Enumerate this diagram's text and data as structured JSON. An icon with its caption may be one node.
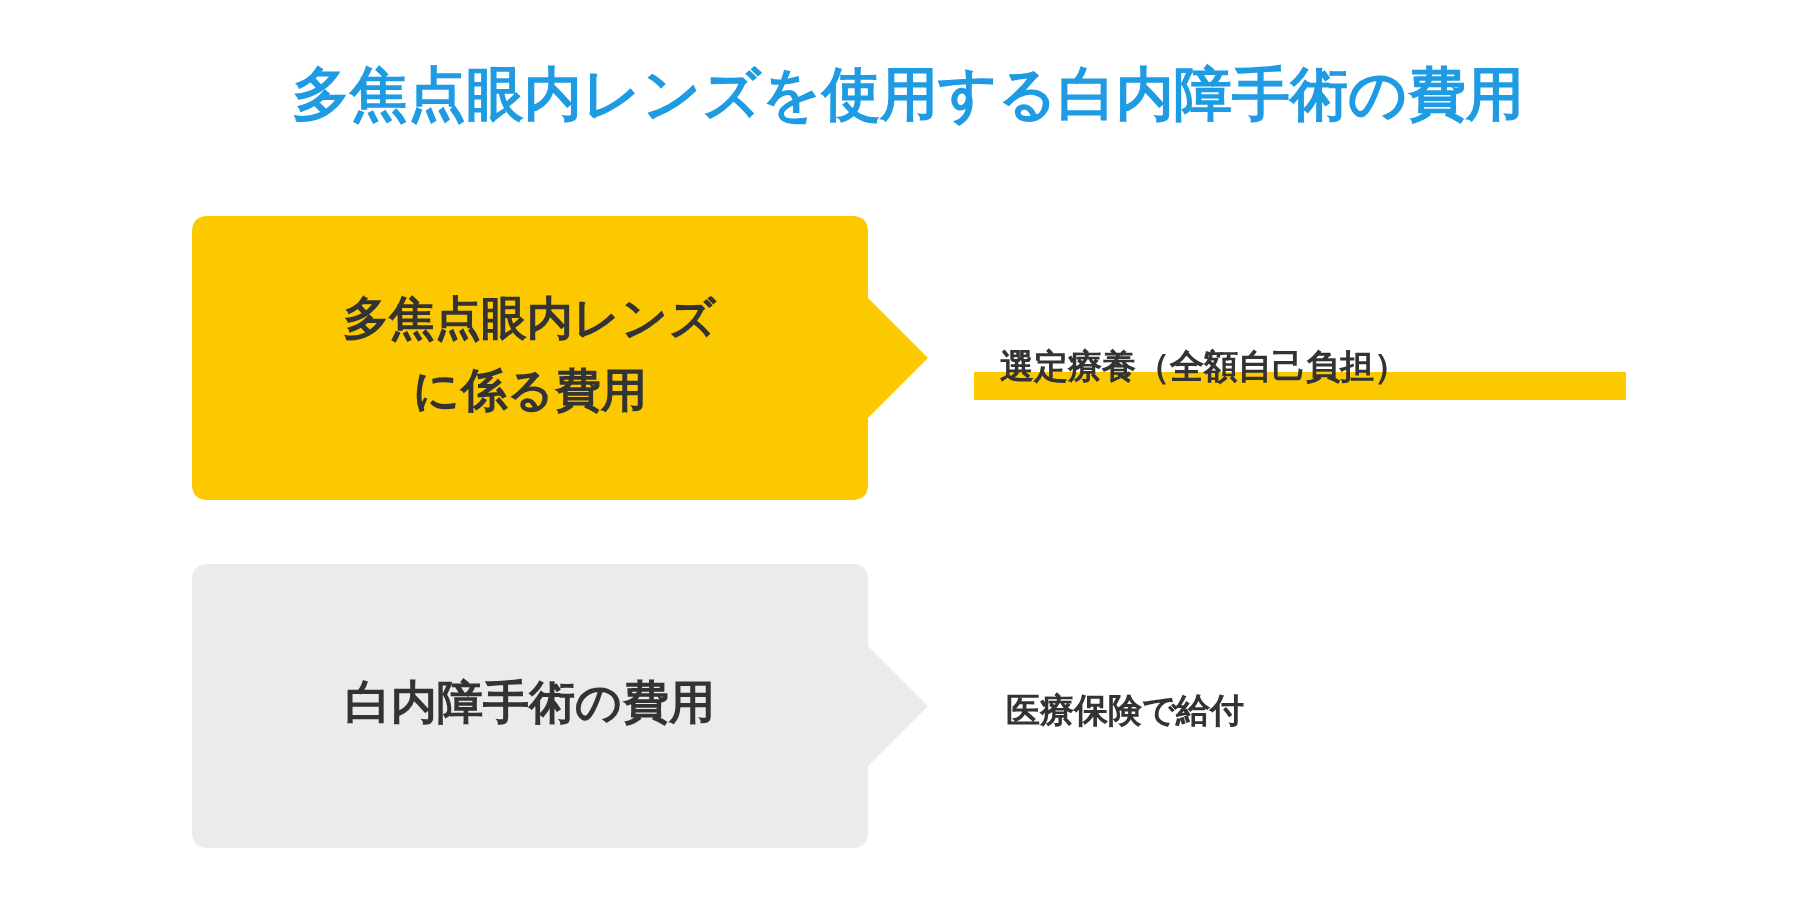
{
  "diagram": {
    "title": "多焦点眼内レンズを使用する白内障手術の費用",
    "nodes": [
      {
        "text": [
          "多焦点眼内レンズに係る費用"
        ],
        "beside": [
          "選定療養（全額自己負担）"
        ]
      },
      {
        "text": [
          "白内障手術の費用"
        ],
        "beside": [
          "医療保険で給付"
        ]
      }
    ]
  }
}
